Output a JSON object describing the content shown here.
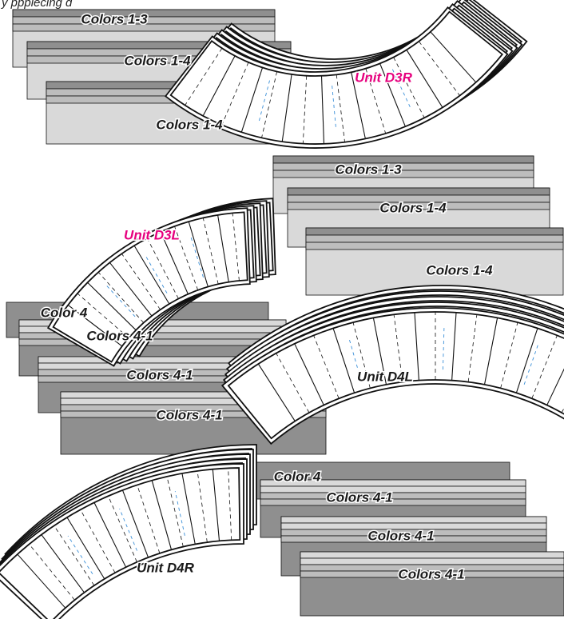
{
  "header_fragment": "y pppiecing d",
  "colors": {
    "strip_dark": "#8f8f8f",
    "strip_mid": "#bdbdbd",
    "strip_light": "#d9d9d9",
    "outline": "#111111",
    "label_dark": "#1a1a1a",
    "label_magenta": "#e6007e",
    "seam_blue": "#3a8fd8"
  },
  "strip_sets": [
    {
      "label": "Colors 1-3"
    },
    {
      "label": "Colors 1-4"
    },
    {
      "label": "Colors 1-4"
    },
    {
      "label": "Colors 1-3"
    },
    {
      "label": "Colors 1-4"
    },
    {
      "label": "Colors 1-4"
    },
    {
      "label": "Color 4"
    },
    {
      "label": "Colors 4-1"
    },
    {
      "label": "Colors 4-1"
    },
    {
      "label": "Colors 4-1"
    },
    {
      "label": "Color 4"
    },
    {
      "label": "Colors 4-1"
    },
    {
      "label": "Colors 4-1"
    },
    {
      "label": "Colors 4-1"
    }
  ],
  "units": [
    {
      "label": "Unit D3R",
      "label_color": "magenta"
    },
    {
      "label": "Unit D3L",
      "label_color": "magenta"
    },
    {
      "label": "Unit D4L",
      "label_color": "dark"
    },
    {
      "label": "Unit D4R",
      "label_color": "dark"
    }
  ]
}
